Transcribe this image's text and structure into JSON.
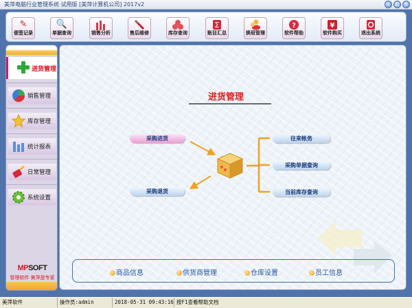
{
  "window": {
    "title": "美萍电脑行业管理系统 试用版 [美萍计算机公司] 2017v2",
    "buttons": [
      "minimize",
      "restore",
      "close"
    ]
  },
  "toolbar": {
    "items": [
      {
        "label": "便签记录",
        "icon": "note-pencil-icon"
      },
      {
        "label": "单据查询",
        "icon": "magnifier-icon"
      },
      {
        "label": "销售分析",
        "icon": "bar-chart-icon"
      },
      {
        "label": "售后维修",
        "icon": "screwdriver-icon"
      },
      {
        "label": "库存查询",
        "icon": "boxes-icon"
      },
      {
        "label": "账目汇总",
        "icon": "sigma-icon"
      },
      {
        "label": "换班管理",
        "icon": "users-icon"
      },
      {
        "label": "软件帮助",
        "icon": "help-icon"
      },
      {
        "label": "软件购买",
        "icon": "yen-icon"
      },
      {
        "label": "退出系统",
        "icon": "power-icon"
      }
    ]
  },
  "sidebar": {
    "active": {
      "label": "进货管理",
      "icon": "green-plus-icon"
    },
    "items": [
      {
        "label": "销售管理",
        "icon": "pie-chart-icon"
      },
      {
        "label": "库存管理",
        "icon": "star-icon"
      },
      {
        "label": "统计报表",
        "icon": "bar-report-icon"
      },
      {
        "label": "日常管理",
        "icon": "brush-icon"
      },
      {
        "label": "系统设置",
        "icon": "gear-icon"
      }
    ],
    "brand": {
      "logo_left": "MP",
      "logo_right": "SOFT",
      "slogan": "管理软件 美萍是专家"
    }
  },
  "main": {
    "title": "进货管理",
    "left_actions": [
      {
        "label": "采购进货",
        "style": "pink"
      },
      {
        "label": "采购退货",
        "style": "blue"
      }
    ],
    "right_actions": [
      {
        "label": "往来帐务"
      },
      {
        "label": "采购单据查询"
      },
      {
        "label": "当前库存查询"
      }
    ],
    "center_icon": "package-box-icon",
    "bottom_links": [
      {
        "label": "商品信息"
      },
      {
        "label": "供货商管理"
      },
      {
        "label": "仓库设置"
      },
      {
        "label": "员工信息"
      }
    ]
  },
  "statusbar": {
    "app": "美萍软件",
    "operator": "操作员:admin",
    "datetime": "2018-05-31 09:43:16",
    "hint": "按F1查看帮助文档"
  },
  "colors": {
    "frame": "#4f73aa",
    "accent_red": "#e31b1b",
    "link_blue": "#2a58a6",
    "arrow_orange": "#f0a020",
    "active_marker": "#d2166e"
  }
}
